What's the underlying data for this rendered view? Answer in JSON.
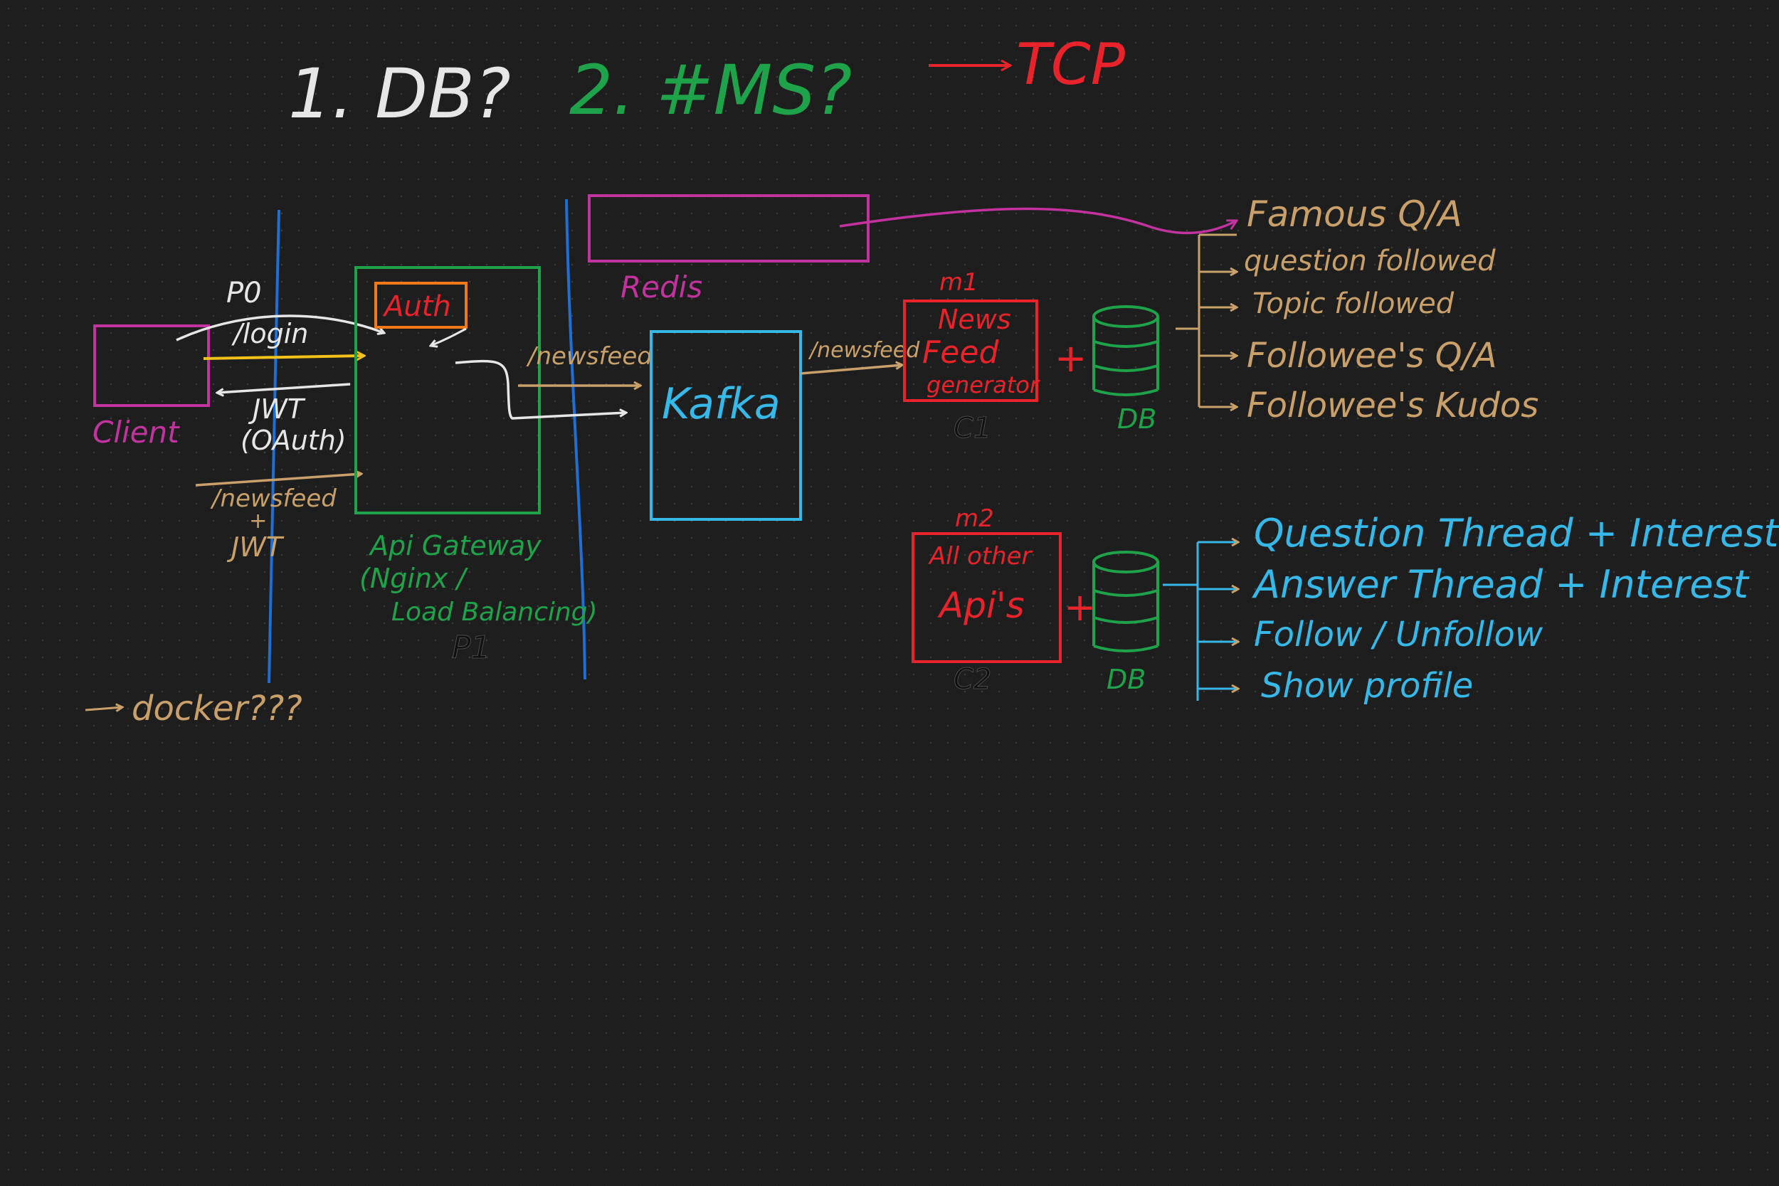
{
  "heading": {
    "item1": "1. DB?",
    "item2": "2. #MS?",
    "protocol": "TCP"
  },
  "client": {
    "label": "Client"
  },
  "edges": {
    "p0": "P0",
    "login": "/login",
    "jwt": "JWT",
    "oauth": "(OAuth)",
    "newsfeed_req": "/newsfeed",
    "plus": "+",
    "newsfeed_jwt": "JWT",
    "gateway_newsfeed": "/newsfeed",
    "kafka_newsfeed": "/newsfeed"
  },
  "gateway": {
    "auth_label": "Auth",
    "line1": "Api Gateway",
    "line2": "(Nginx /",
    "line3": "Load Balancing)",
    "p1": "P1"
  },
  "redis": {
    "label": "Redis"
  },
  "kafka": {
    "label": "Kafka"
  },
  "newsfeed_service": {
    "tag": "m1",
    "line1": "News",
    "line2": "Feed",
    "line3": "generator",
    "cluster": "C1",
    "plus": "+",
    "db_label": "DB"
  },
  "other_service": {
    "tag": "m2",
    "line1": "All other",
    "line2": "Api's",
    "cluster": "C2",
    "plus": "+",
    "db_label": "DB"
  },
  "feed_items": [
    "Famous Q/A",
    "question followed",
    "Topic followed",
    "Followee's Q/A",
    "Followee's Kudos"
  ],
  "api_items": [
    "Question Thread + Interest",
    "Answer Thread + Interest",
    "Follow / Unfollow",
    "Show profile"
  ],
  "docker_note": "docker???",
  "colors": {
    "background": "#1e1e1e",
    "magenta": "#c2339f",
    "green": "#1fa34a",
    "red": "#e8232b",
    "orange": "#f07a1a",
    "blue": "#1f6fd6",
    "cyan": "#36b8e8",
    "tan": "#c9a06a",
    "white": "#e6e6e6",
    "yellow": "#f2c21b"
  }
}
